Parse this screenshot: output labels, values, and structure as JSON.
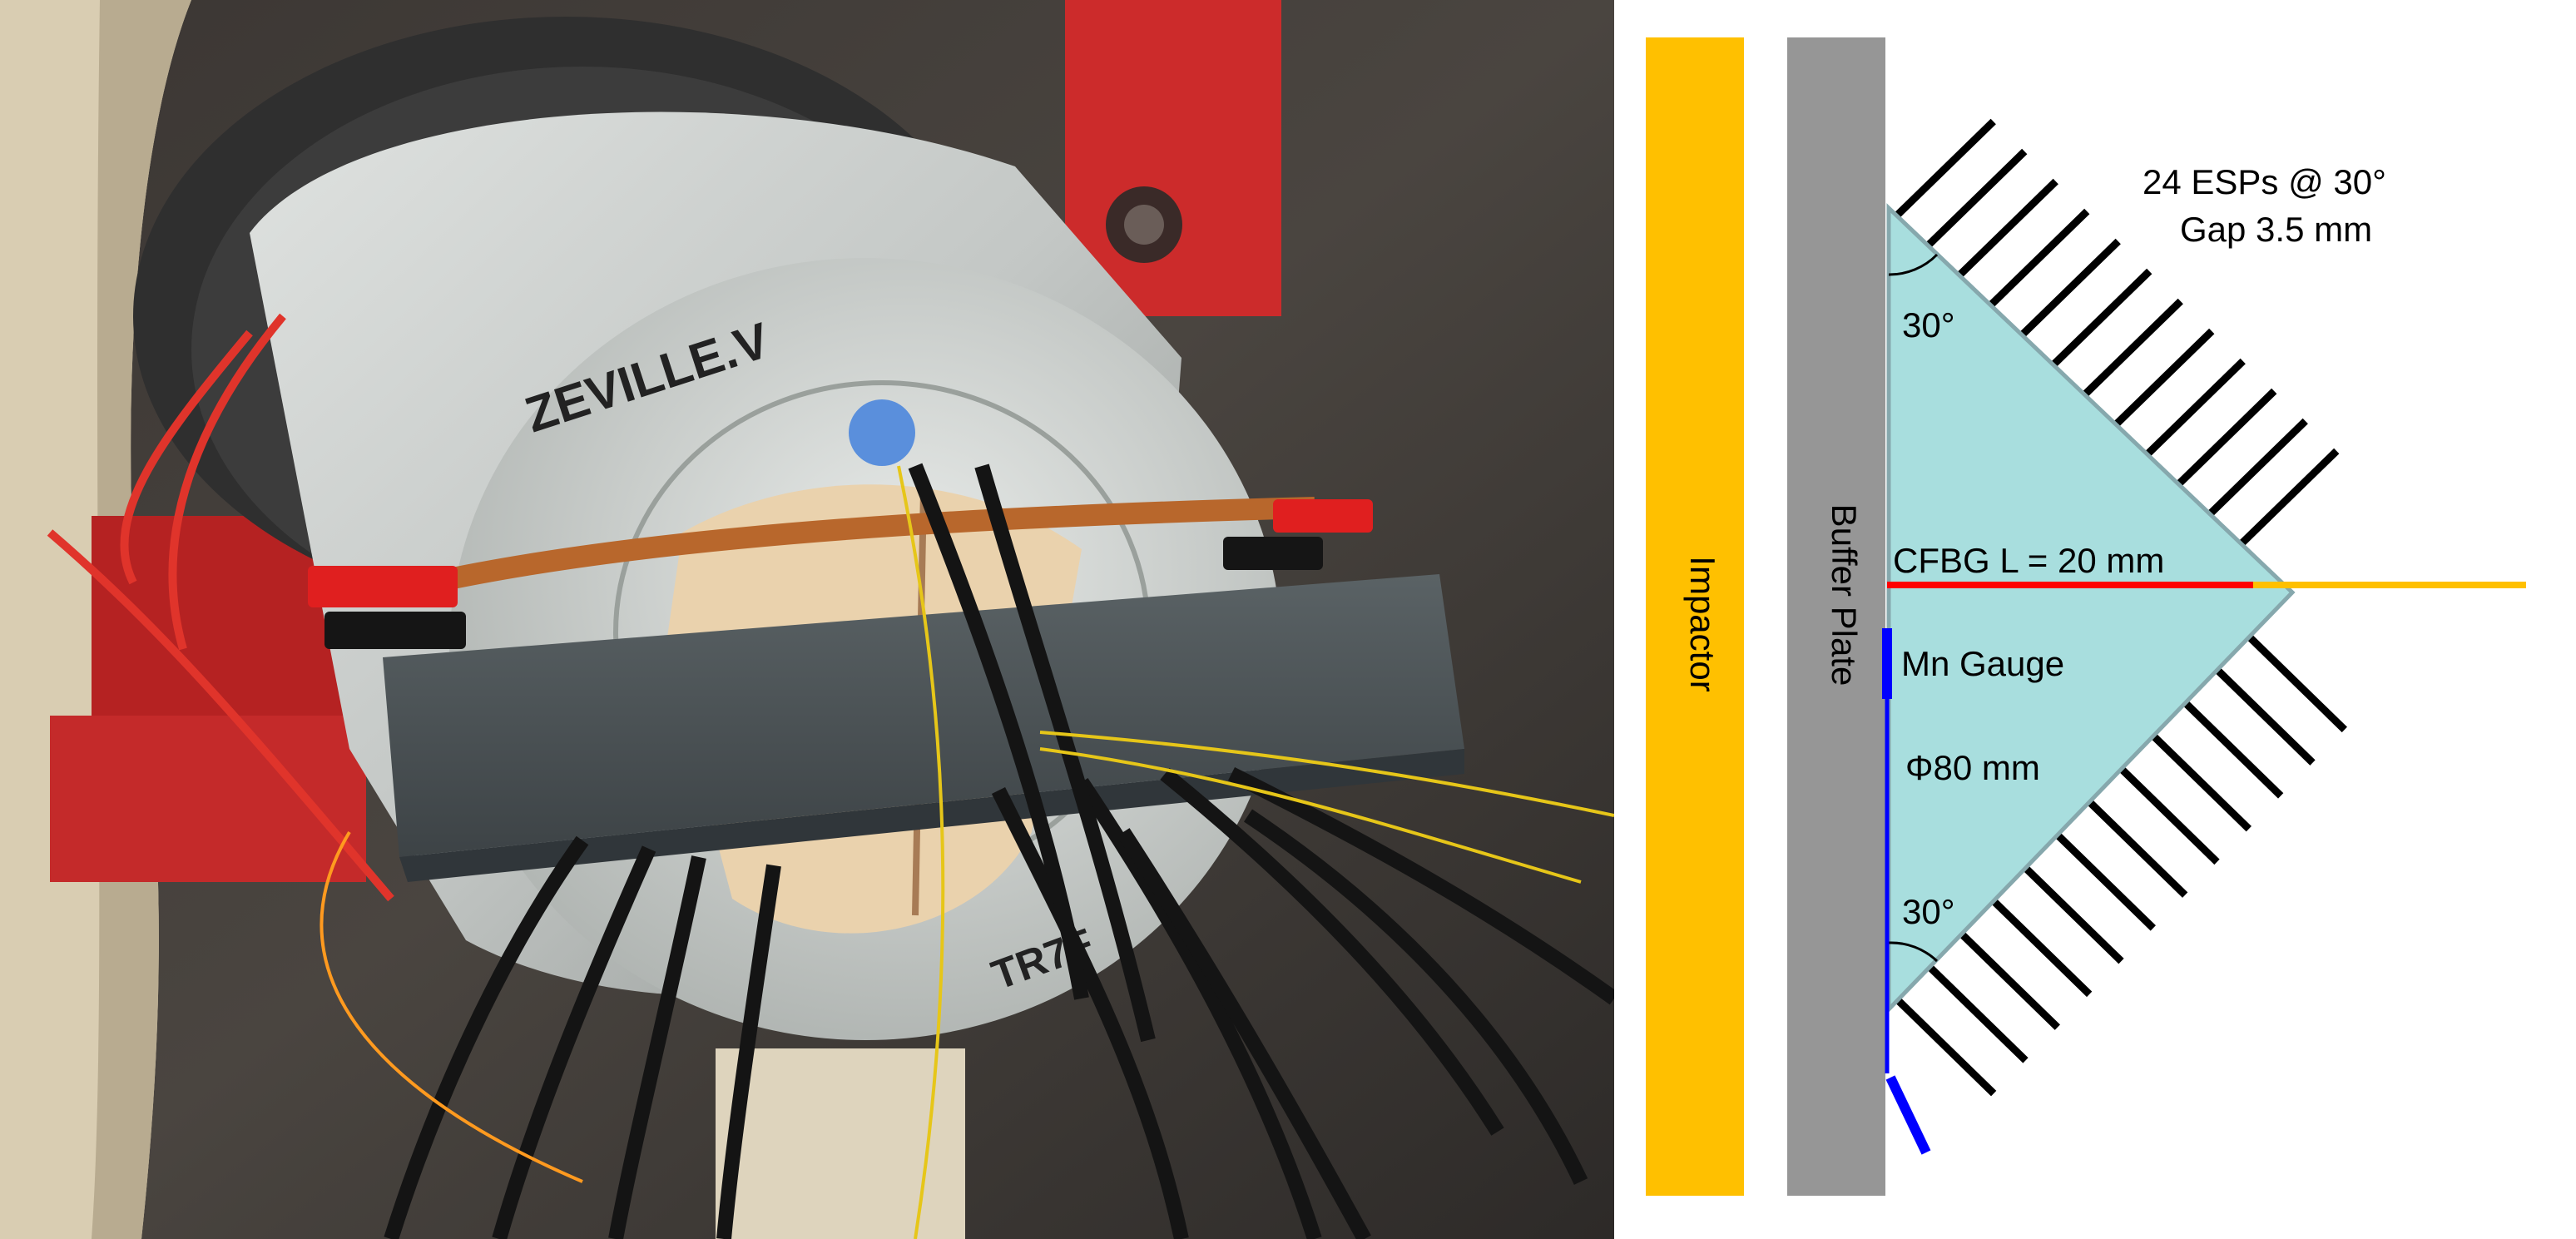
{
  "diagram": {
    "impactor_label": "Impactor",
    "buffer_label": "Buffer Plate",
    "esp_line1": "24 ESPs @ 30°",
    "esp_line2": "Gap 3.5 mm",
    "angle_top": "30°",
    "angle_bottom": "30°",
    "cfbg_label": "CFBG L = 20 mm",
    "mn_label": "Mn Gauge",
    "diameter_label": "Φ80 mm",
    "colors": {
      "impactor": "#ffc000",
      "buffer": "#969696",
      "sample": "#a8dede",
      "sample_edge": "#86a8ad",
      "cfbg": "#ff0000",
      "fiber": "#ffc000",
      "mn_gauge": "#0000ff",
      "probes": "#000000"
    }
  },
  "photo": {
    "label_top": "ZEVILLE.V",
    "label_bottom": "TR7F",
    "colors": {
      "aluminum": "#c8ccc9",
      "plate": "#4b5255",
      "foam": "#ead2ad"
    }
  }
}
